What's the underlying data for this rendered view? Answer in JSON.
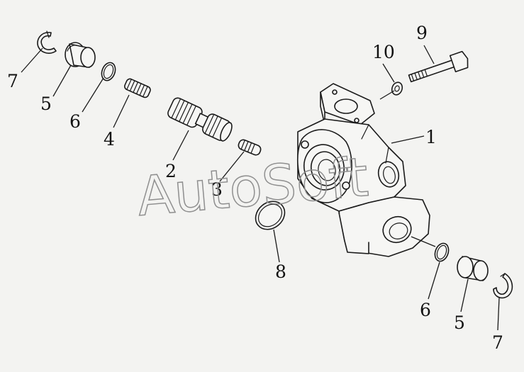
{
  "watermark": "AutoSoft",
  "callouts": {
    "c1": "1",
    "c2": "2",
    "c3": "3",
    "c4": "4",
    "c5a": "5",
    "c5b": "5",
    "c6a": "6",
    "c6b": "6",
    "c7a": "7",
    "c7b": "7",
    "c8": "8",
    "c9": "9",
    "c10": "10"
  }
}
